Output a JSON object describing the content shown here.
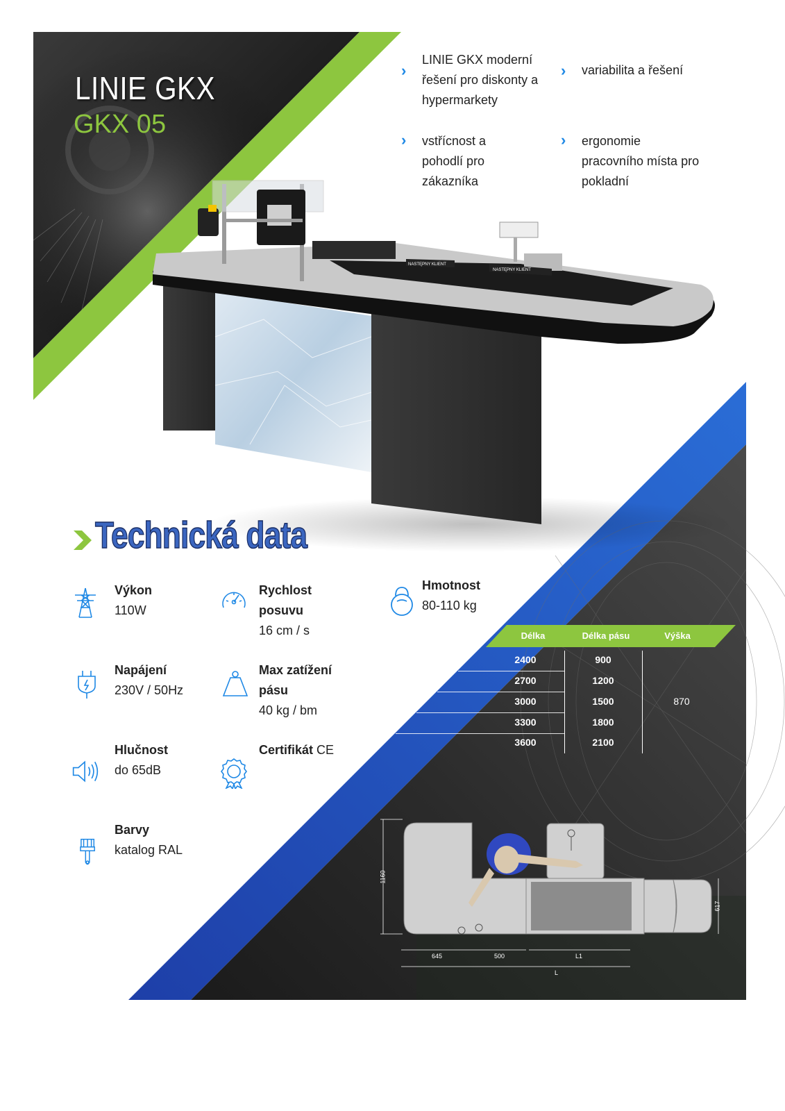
{
  "header": {
    "title": "LINIE GKX",
    "model": "GKX 05"
  },
  "features": [
    {
      "text": "LINIE GKX moderní řešení pro diskonty a hypermarkety"
    },
    {
      "text": "variabilita a řešení"
    },
    {
      "text": "vstřícnost a pohodlí pro zákazníka"
    },
    {
      "text": "ergonomie pracovního místa pro pokladní"
    }
  ],
  "product": {
    "sign1": "NASTĘPNY KLIENT",
    "sign2": "NASTĘPNY KLIENT"
  },
  "section": {
    "title": "Technická data"
  },
  "specs": {
    "power": {
      "label": "Výkon",
      "value": "110W",
      "icon": "power-pylon-icon"
    },
    "speed": {
      "label1": "Rychlost",
      "label2": "posuvu",
      "value": "16 cm / s",
      "icon": "speedometer-icon"
    },
    "weight": {
      "label": "Hmotnost",
      "value": "80-110 kg",
      "icon": "kettlebell-icon"
    },
    "supply": {
      "label": "Napájení",
      "value": "230V / 50Hz",
      "icon": "plug-icon"
    },
    "load": {
      "label1": "Max zatížení",
      "label2": "pásu",
      "value": "40 kg / bm",
      "icon": "weight-icon"
    },
    "noise": {
      "label": "Hlučnost",
      "value": "do 65dB",
      "icon": "speaker-icon"
    },
    "cert": {
      "label": "Certifikát",
      "value": "CE",
      "icon": "certificate-icon"
    },
    "colors": {
      "label": "Barvy",
      "value": "katalog RAL",
      "icon": "paintbrush-icon"
    }
  },
  "table": {
    "headers": [
      "Délka",
      "Délka pásu",
      "Výška"
    ],
    "rows": [
      [
        "2400",
        "900"
      ],
      [
        "2700",
        "1200"
      ],
      [
        "3000",
        "1500"
      ],
      [
        "3300",
        "1800"
      ],
      [
        "3600",
        "2100"
      ]
    ],
    "height_value": "870"
  },
  "drawing": {
    "height_left": "1160",
    "height_right": "617",
    "dim_a": "645",
    "dim_b": "500",
    "dim_l1": "L1",
    "dim_l": "L"
  },
  "colors": {
    "accent_green": "#8dc63f",
    "accent_blue": "#1e88e5",
    "heading_blue": "#3b66c0",
    "dark_bg": "#2a2a2a"
  }
}
